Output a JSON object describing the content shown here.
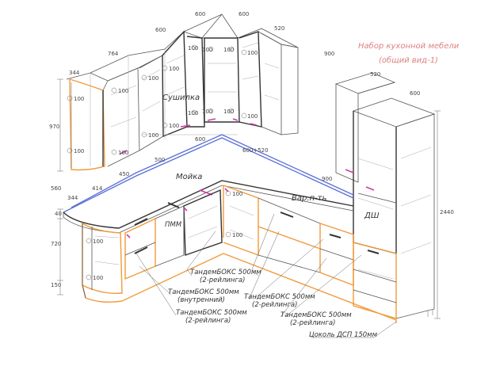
{
  "title": {
    "line1": "Набор кухонной мебели",
    "line2": "(общий вид-1)"
  },
  "labels": {
    "sushilka": "Сушилка",
    "moika": "Мойка",
    "varpov": "Вар.п-ть",
    "dsh": "ДШ",
    "pmm": "ПММ"
  },
  "dims": {
    "d600a": "600",
    "d600b": "600",
    "d600c": "600",
    "d764": "764",
    "d520a": "520",
    "d344a": "344",
    "d970": "970",
    "d500": "500",
    "d450": "450",
    "d414": "414",
    "d344b": "344",
    "d560": "560",
    "d40": "40",
    "d720": "720",
    "d150": "150",
    "d600d": "600",
    "d600520": "600+520",
    "d900a": "900",
    "d900b": "900",
    "d520b": "520",
    "d600e": "600",
    "d2440": "2440"
  },
  "offset": "100",
  "callouts": {
    "t1a": "ТандемБОКС 500мм",
    "t1b": "(2-рейлинга)",
    "t2a": "ТандемБОКС 500мм",
    "t2b": "(внутренний)",
    "t3a": "ТандемБОКС 500мм",
    "t3b": "(2-рейлинга)",
    "t4a": "ТандемБОКС 500мм",
    "t4b": "(2-рейлинга)",
    "t5a": "ТандемБОКС 500мм",
    "t5b": "(2-рейлинга)",
    "plinth": "Цоколь ДСП 150мм"
  }
}
